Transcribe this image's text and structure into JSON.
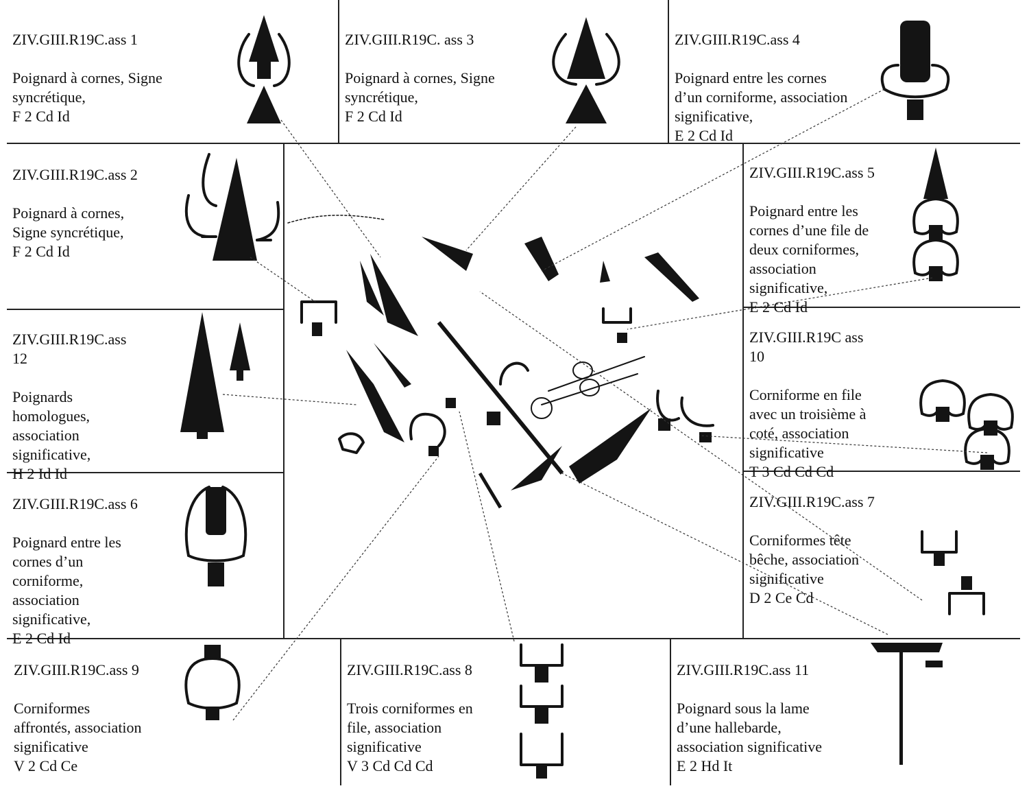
{
  "panels": {
    "ass1": {
      "id": "ZIV.GIII.R19C.ass 1",
      "lines": "Poignard à cornes, Signe\nsyncrétique,\nF 2 Cd Id"
    },
    "ass3": {
      "id": "ZIV.GIII.R19C. ass 3",
      "lines": "Poignard à cornes, Signe\nsyncrétique,\nF 2 Cd Id"
    },
    "ass4": {
      "id": "ZIV.GIII.R19C.ass 4",
      "lines": "Poignard entre les cornes\nd’un corniforme, association\nsignificative,\nE 2 Cd Id"
    },
    "ass2": {
      "id": "ZIV.GIII.R19C.ass 2",
      "lines": "Poignard à cornes,\nSigne syncrétique,\nF 2 Cd Id"
    },
    "ass5": {
      "id": "ZIV.GIII.R19C.ass 5",
      "lines": "Poignard entre les\ncornes d’une file de\ndeux corniformes,\nassociation\nsignificative,\nE 2 Cd Id"
    },
    "ass12": {
      "id": "ZIV.GIII.R19C.ass\n12",
      "lines": "Poignards\nhomologues,\nassociation\nsignificative,\nH 2 Id Id"
    },
    "ass10": {
      "id": "ZIV.GIII.R19C ass\n10",
      "lines": "Corniforme en file\navec un troisième à\ncoté, association\nsignificative\nT 3 Cd Cd Cd"
    },
    "ass6": {
      "id": "ZIV.GIII.R19C.ass 6",
      "lines": "Poignard entre les\ncornes d’un\ncorniforme,\nassociation\nsignificative,\nE 2 Cd Id"
    },
    "ass7": {
      "id": "ZIV.GIII.R19C.ass 7",
      "lines": "Corniformes tête\nbêche, association\nsignificative\nD 2 Ce Cd"
    },
    "ass9": {
      "id": "ZIV.GIII.R19C.ass 9",
      "lines": "Corniformes\naffrontés, association\nsignificative\nV 2 Cd Ce"
    },
    "ass8": {
      "id": "ZIV.GIII.R19C.ass 8",
      "lines": "Trois corniformes en\nfile, association\nsignificative\nV 3 Cd Cd Cd"
    },
    "ass11": {
      "id": "ZIV.GIII.R19C.ass 11",
      "lines": "Poignard sous la lame\nd’une hallebarde,\nassociation significative\nE 2 Hd It"
    }
  },
  "colors": {
    "ink": "#141414",
    "rule": "#222222",
    "paper": "#ffffff"
  },
  "icons": {
    "dagger": "dagger-icon",
    "corniform": "corniform-icon",
    "halberd": "halberd-icon",
    "rock_survey": "rock-survey-icon"
  }
}
